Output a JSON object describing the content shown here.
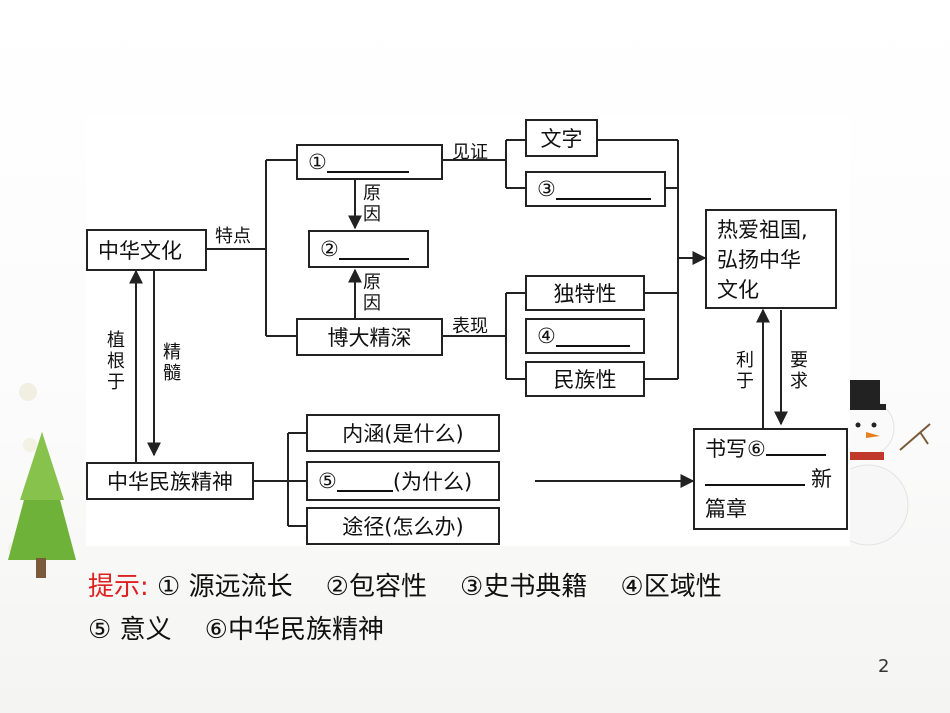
{
  "diagram": {
    "nodes": {
      "zhonghua_wenhua": "中华文化",
      "blank1_num": "①",
      "blank2_num": "②",
      "bodajingshen": "博大精深",
      "wenzi": "文字",
      "blank3_num": "③",
      "dutexing": "独特性",
      "blank4_num": "④",
      "minzuxing": "民族性",
      "redai_line1": "热爱祖国,",
      "redai_line2": "弘扬中华",
      "redai_line3": "文化",
      "minzu_jingshen": "中华民族精神",
      "neihan": "内涵(是什么)",
      "blank5_num": "⑤",
      "blank5_suffix": "(为什么)",
      "tujing": "途径(怎么办)",
      "shuxie_prefix": "书写⑥",
      "shuxie_suffix": "新",
      "shuxie_line3": "篇章"
    },
    "edge_labels": {
      "tedian": "特点",
      "jianzheng": "见证",
      "yuanyin1": [
        "原",
        "因"
      ],
      "yuanyin2": [
        "原",
        "因"
      ],
      "biaoxian": "表现",
      "zhigenyu": [
        "植",
        "根",
        "于"
      ],
      "jingsui": [
        "精",
        "髓"
      ],
      "liyu": [
        "利",
        "于"
      ],
      "yaoqiu": [
        "要",
        "求"
      ]
    }
  },
  "hint": {
    "label": "提示:",
    "line1_items": [
      "① 源远流长",
      "②包容性",
      "③史书典籍",
      "④区域性"
    ],
    "line2_items": [
      "⑤ 意义",
      "⑥中华民族精神"
    ]
  },
  "page_number": "2",
  "colors": {
    "hint_label": "#e02020",
    "tree_green": "#6fb23a",
    "line": "#222222"
  }
}
